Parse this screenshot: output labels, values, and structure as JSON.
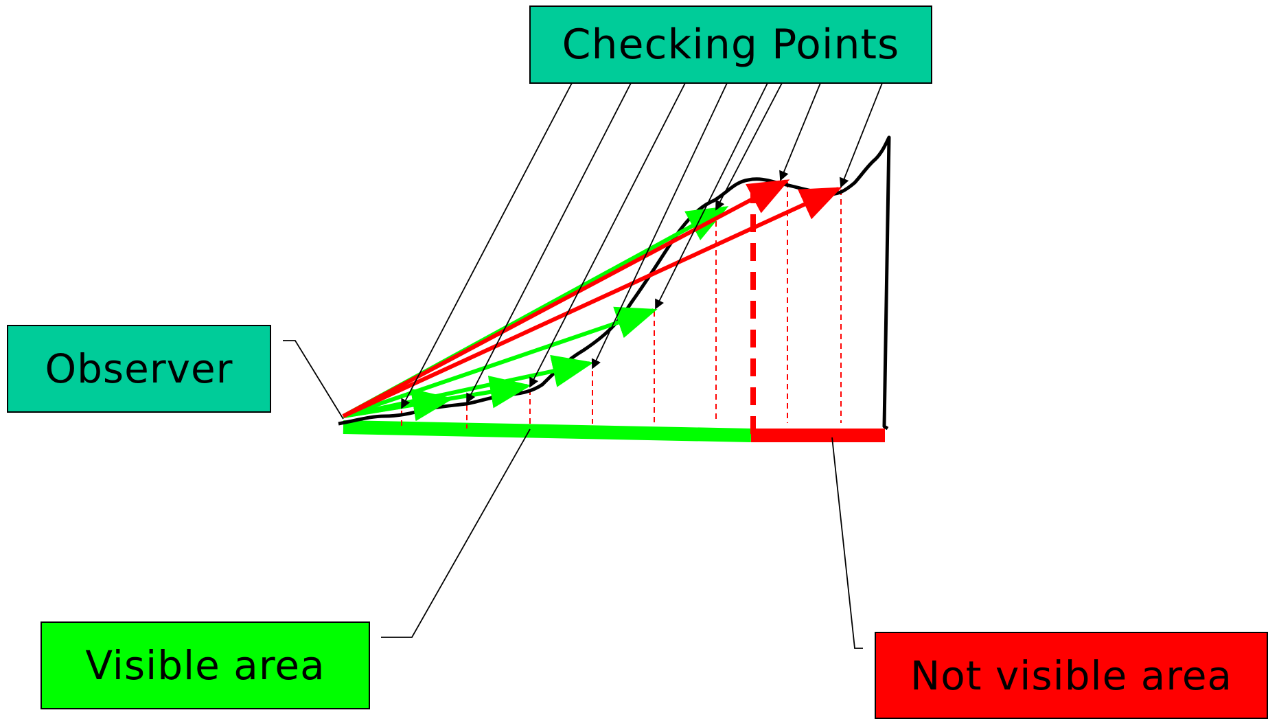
{
  "labels": {
    "checking_points": "Checking Points",
    "observer": "Observer",
    "visible_area": "Visible area",
    "not_visible_area": "Not visible area"
  },
  "colors": {
    "label_box": "#00cc99",
    "visible": "#00ff00",
    "not_visible": "#ff0000",
    "terrain": "#000000",
    "leader_lines": "#000000"
  },
  "checking_points": [
    {
      "id": 1,
      "visibility": "visible"
    },
    {
      "id": 2,
      "visibility": "visible"
    },
    {
      "id": 3,
      "visibility": "visible"
    },
    {
      "id": 4,
      "visibility": "visible"
    },
    {
      "id": 5,
      "visibility": "visible"
    },
    {
      "id": 6,
      "visibility": "visible"
    },
    {
      "id": 7,
      "visibility": "not visible"
    },
    {
      "id": 8,
      "visibility": "not visible"
    }
  ]
}
